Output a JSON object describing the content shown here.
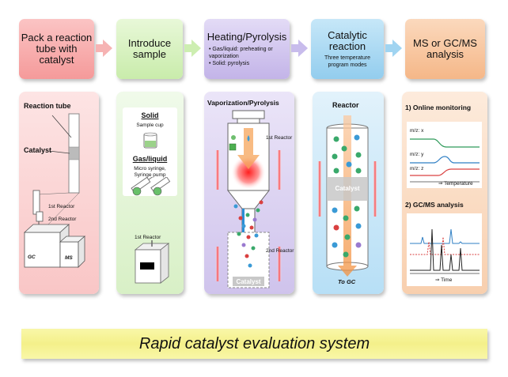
{
  "header": {
    "steps": [
      {
        "title": "Pack a reaction tube with catalyst"
      },
      {
        "title": "Introduce sample"
      },
      {
        "title": "Heating/Pyrolysis",
        "items": [
          "Gas/liquid: preheating or vaporization",
          "Solid: pyrolysis"
        ]
      },
      {
        "title": "Catalytic reaction",
        "subtitle": "Three temperature program modes"
      },
      {
        "title": "MS or GC/MS analysis"
      }
    ]
  },
  "panel1": {
    "reaction_tube": "Reaction tube",
    "catalyst": "Catalyst",
    "reactor1": "1st  Reactor",
    "reactor2": "2nd  Reactor",
    "gc": "GC",
    "ms": "MS"
  },
  "panel2": {
    "solid_title": "Solid",
    "solid_sub": "Sample cup",
    "gas_title": "Gas/liquid",
    "gas_sub1": "Micro syringe,",
    "gas_sub2": "Syringe pump",
    "reactor1": "1st  Reactor"
  },
  "panel3": {
    "title": "Vaporization/Pyrolysis",
    "reactor1": "1st  Reactor",
    "reactor2": "2nd  Reactor",
    "catalyst": "Catalyst"
  },
  "panel4": {
    "title": "Reactor",
    "catalyst": "Catalyst",
    "to_gc": "To GC"
  },
  "panel5": {
    "online_title": "1) Online monitoring",
    "mz_x": "m/z: x",
    "mz_y": "m/z: y",
    "mz_z": "m/z: z",
    "temp_axis": "⇒ Temperature",
    "gcms_title": "2) GC/MS analysis",
    "time_axis": "⇒ Time"
  },
  "footer": {
    "title": "Rapid catalyst evaluation system"
  },
  "colors": {
    "step1": "#f7a8a8",
    "step2": "#d6f2bd",
    "step3": "#cfc3ec",
    "step4": "#a8d7f2",
    "step5": "#f8c9a3",
    "panel1": "#fbd7d7",
    "panel2": "#e6f6d6",
    "panel3": "#e0d8f3",
    "panel4": "#cfe8f8",
    "panel5": "#fbe2cd",
    "footer": "#f4f08a"
  }
}
